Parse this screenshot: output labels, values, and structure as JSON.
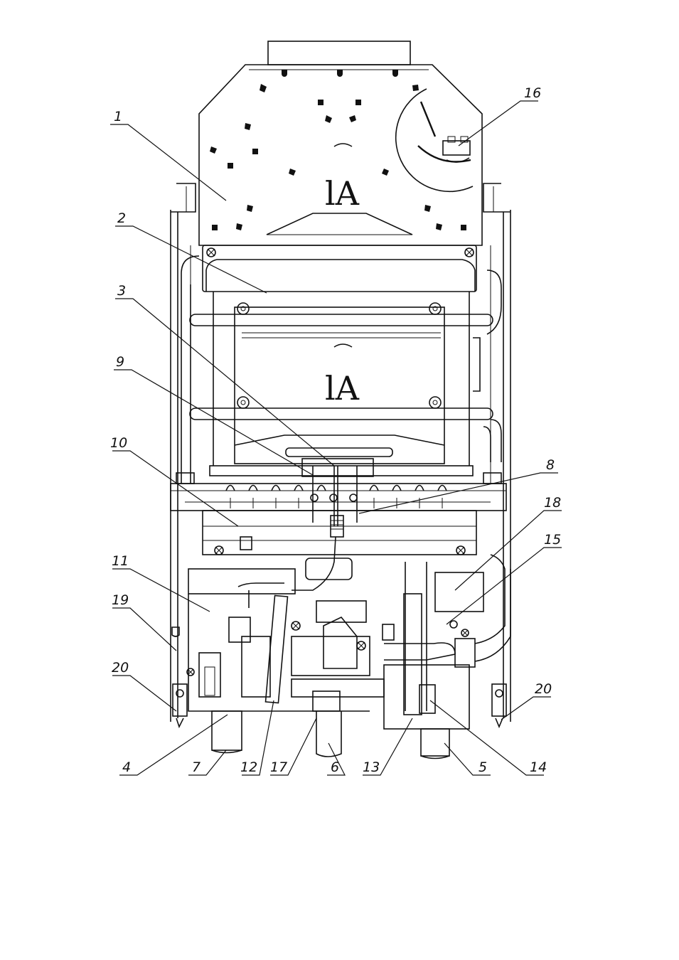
{
  "logo_text": "lA",
  "callouts": [
    {
      "id": "1",
      "text": "1"
    },
    {
      "id": "2",
      "text": "2"
    },
    {
      "id": "3",
      "text": "3"
    },
    {
      "id": "9",
      "text": "9"
    },
    {
      "id": "10",
      "text": "10"
    },
    {
      "id": "11",
      "text": "11"
    },
    {
      "id": "19",
      "text": "19"
    },
    {
      "id": "20L",
      "text": "20"
    },
    {
      "id": "16",
      "text": "16"
    },
    {
      "id": "8",
      "text": "8"
    },
    {
      "id": "18",
      "text": "18"
    },
    {
      "id": "15",
      "text": "15"
    },
    {
      "id": "20R",
      "text": "20"
    },
    {
      "id": "4",
      "text": "4"
    },
    {
      "id": "7",
      "text": "7"
    },
    {
      "id": "12",
      "text": "12"
    },
    {
      "id": "17",
      "text": "17"
    },
    {
      "id": "6",
      "text": "6"
    },
    {
      "id": "13",
      "text": "13"
    },
    {
      "id": "5",
      "text": "5"
    },
    {
      "id": "14",
      "text": "14"
    }
  ]
}
